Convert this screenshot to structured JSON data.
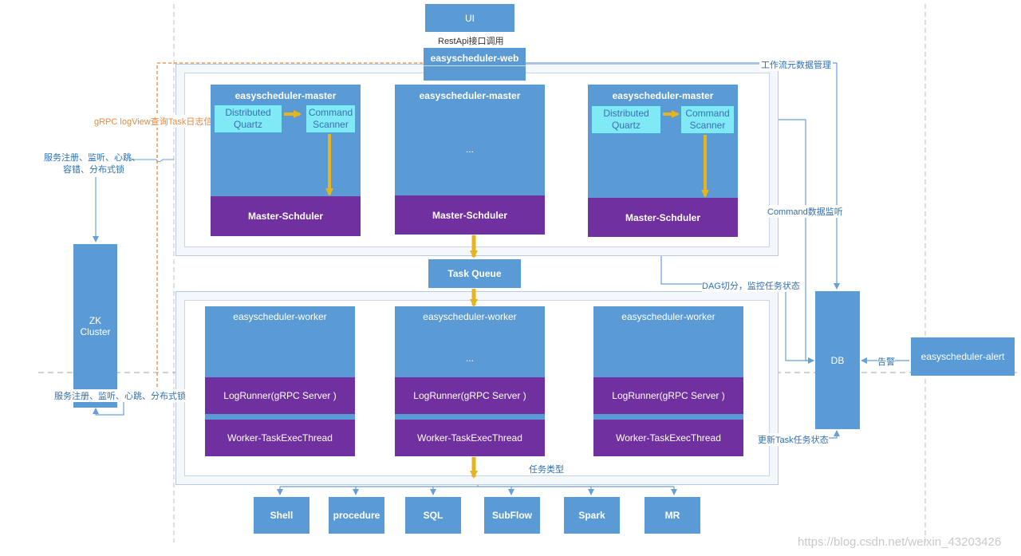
{
  "ui": "UI",
  "restapi": "RestApi接口调用",
  "web": "easyscheduler-web",
  "workflow_meta": "工作流元数据管理",
  "grpc_logview": "gRPC logView查询Task日志信息",
  "zk_service_top": [
    "服务注册、监听、心跳、",
    "容错、分布式锁"
  ],
  "zk_service_bottom": "服务注册、监听、心跳、分布式锁",
  "zk": [
    "ZK",
    "Cluster"
  ],
  "masters": [
    {
      "title": "easyscheduler-master",
      "distributed": [
        "Distributed",
        "Quartz"
      ],
      "command": [
        "Command",
        "Scanner"
      ],
      "scheduler": "Master-Schduler"
    },
    {
      "title": "easyscheduler-master",
      "ellipsis": "...",
      "scheduler": "Master-Schduler"
    },
    {
      "title": "easyscheduler-master",
      "distributed": [
        "Distributed",
        "Quartz"
      ],
      "command": [
        "Command",
        "Scanner"
      ],
      "scheduler": "Master-Schduler"
    }
  ],
  "command_monitor": "Command数据监听",
  "dag": "DAG切分，监控任务状态",
  "task_queue": "Task Queue",
  "workers": [
    {
      "title": "easyscheduler-worker",
      "logrunner": "LogRunner(gRPC Server )",
      "exec": "Worker-TaskExecThread"
    },
    {
      "title": "easyscheduler-worker",
      "ellipsis": "...",
      "logrunner": "LogRunner(gRPC Server )",
      "exec": "Worker-TaskExecThread"
    },
    {
      "title": "easyscheduler-worker",
      "logrunner": "LogRunner(gRPC Server )",
      "exec": "Worker-TaskExecThread"
    }
  ],
  "update_task": "更新Task任务状态",
  "task_type": "任务类型",
  "db": "DB",
  "alarm": "告警",
  "alert": "easyscheduler-alert",
  "task_types": [
    "Shell",
    "procedure",
    "SQL",
    "SubFlow",
    "Spark",
    "MR"
  ],
  "watermark": "https://blog.csdn.net/weixin_43203426",
  "colors": {
    "box_blue": "#5b9bd5",
    "purple": "#7030a0",
    "cyan": "#7fe9f5",
    "arrow_gold": "#e6b41f",
    "orange_dash": "#e8873a",
    "line_blue": "#6a9fd6"
  }
}
